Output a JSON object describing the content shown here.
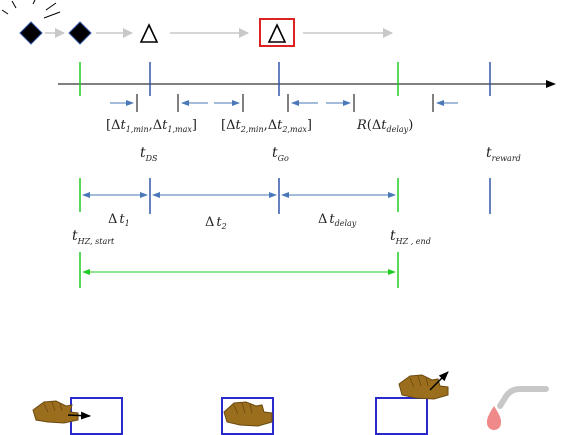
{
  "colors": {
    "green": "#22cc22",
    "blue": "#3355aa",
    "arrow_blue": "#4a78b8",
    "red": "#dd2222",
    "black": "#000000",
    "gray": "#c8c8c8",
    "hand": "#9a6e1c",
    "hand_dark": "#6b4a10",
    "drop": "#f08a8a"
  },
  "icons": {
    "diamond": "filled-diamond-icon",
    "triangle": "open-triangle-icon",
    "hand": "hand-icon",
    "drop": "water-drop-icon",
    "spout": "water-spout-icon"
  },
  "intervals": {
    "dt1": {
      "sym": "Δ",
      "var": "t",
      "sub": "1"
    },
    "dt2": {
      "sym": "Δ",
      "var": "t",
      "sub": "2"
    },
    "dtdelay": {
      "sym": "Δ",
      "var": "t",
      "sub": "delay"
    }
  },
  "ranges": {
    "r1": {
      "open": "[",
      "sym": "Δ",
      "var": "t",
      "sub_min": "1,min",
      "sep": ",",
      "sub_max": "1,max",
      "close": "]"
    },
    "r2": {
      "open": "[",
      "sym": "Δ",
      "var": "t",
      "sub_min": "2,min",
      "sep": ",",
      "sub_max": "2,max",
      "close": "]"
    },
    "rdelay": {
      "func": "R",
      "open": "(",
      "sym": "Δ",
      "var": "t",
      "sub": "delay",
      "close": ")"
    }
  },
  "times": {
    "ds": {
      "var": "t",
      "sub": "DS"
    },
    "go": {
      "var": "t",
      "sub": "Go"
    },
    "reward": {
      "var": "t",
      "sub": "reward"
    },
    "hz_start": {
      "var": "t",
      "sub": "HZ, start"
    },
    "hz_end": {
      "var": "t",
      "sub": "HZ , end"
    }
  }
}
